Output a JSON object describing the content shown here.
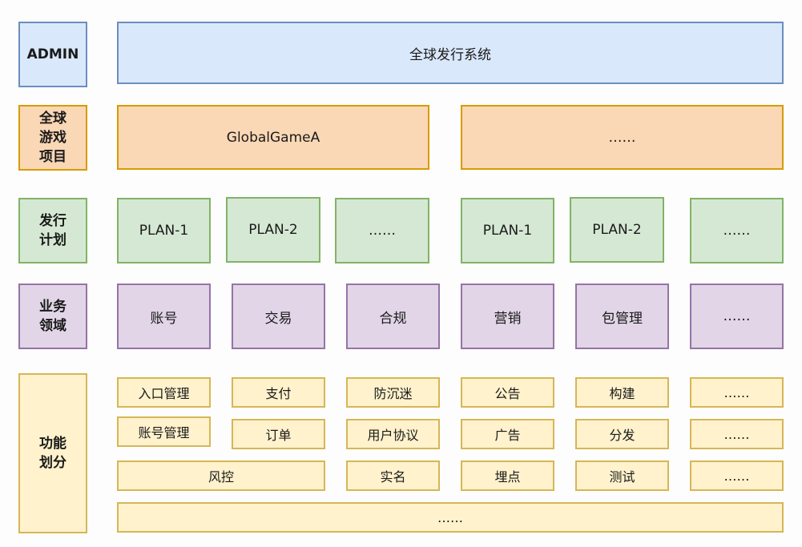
{
  "labels": {
    "admin": "ADMIN",
    "project": "全球\n游戏\n项目",
    "plan": "发行\n计划",
    "domain": "业务\n领域",
    "function": "功能\n划分"
  },
  "admin_system": "全球发行系统",
  "projects": [
    "GlobalGameA",
    "……"
  ],
  "plans": [
    "PLAN-1",
    "PLAN-2",
    "……",
    "PLAN-1",
    "PLAN-2",
    "……"
  ],
  "domains": [
    "账号",
    "交易",
    "合规",
    "营销",
    "包管理",
    "……"
  ],
  "functions": {
    "row1": [
      "入口管理",
      "支付",
      "防沉迷",
      "公告",
      "构建",
      "……"
    ],
    "row2": [
      "账号管理",
      "订单",
      "用户协议",
      "广告",
      "分发",
      "……"
    ],
    "row3": [
      "风控",
      "实名",
      "埋点",
      "测试",
      "……"
    ],
    "row4": "……"
  },
  "colors": {
    "blue": "#dae8fc",
    "orange": "#fad7b5",
    "green": "#d5e8d4",
    "purple": "#e1d5e7",
    "yellow": "#fff2cc"
  }
}
